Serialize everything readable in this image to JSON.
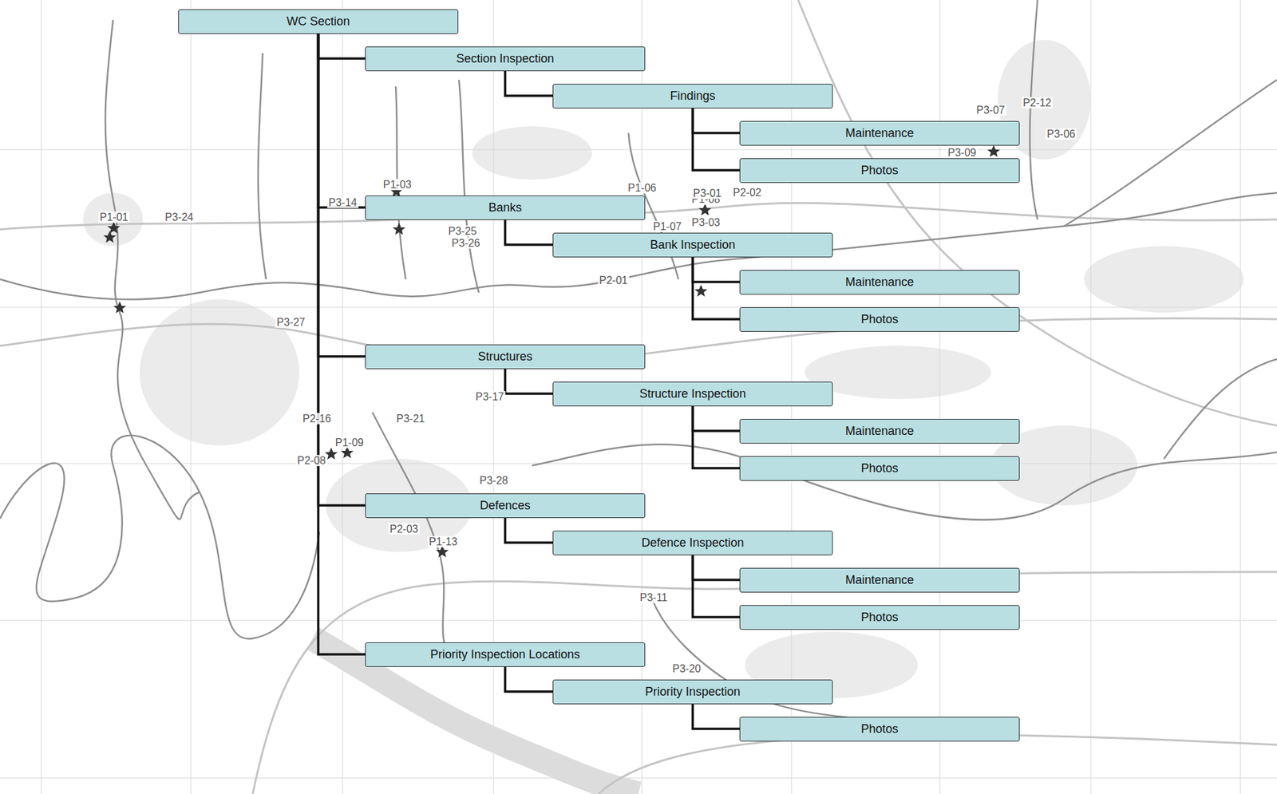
{
  "diagram": {
    "nodes": [
      {
        "text": [
          "WC Section"
        ]
      },
      {
        "text": [
          "Section Inspection"
        ]
      },
      {
        "text": [
          "Findings"
        ]
      },
      {
        "text": [
          "Maintenance"
        ]
      },
      {
        "text": [
          "Photos"
        ]
      },
      {
        "text": [
          "Banks"
        ]
      },
      {
        "text": [
          "Bank Inspection"
        ]
      },
      {
        "text": [
          "Maintenance"
        ]
      },
      {
        "text": [
          "Photos"
        ]
      },
      {
        "text": [
          "Structures"
        ]
      },
      {
        "text": [
          "Structure Inspection"
        ]
      },
      {
        "text": [
          "Maintenance"
        ]
      },
      {
        "text": [
          "Photos"
        ]
      },
      {
        "text": [
          "Defences"
        ]
      },
      {
        "text": [
          "Defence Inspection"
        ]
      },
      {
        "text": [
          "Maintenance"
        ]
      },
      {
        "text": [
          "Photos"
        ]
      },
      {
        "text": [
          "Priority Inspection Locations"
        ]
      },
      {
        "text": [
          "Priority Inspection"
        ]
      },
      {
        "text": [
          "Photos"
        ]
      }
    ],
    "edges": [
      {
        "from": 0,
        "to": 1,
        "arrow": "none"
      },
      {
        "from": 1,
        "to": 2,
        "arrow": "none"
      },
      {
        "from": 2,
        "to": 3,
        "arrow": "none"
      },
      {
        "from": 2,
        "to": 4,
        "arrow": "none"
      },
      {
        "from": 0,
        "to": 5,
        "arrow": "none"
      },
      {
        "from": 5,
        "to": 6,
        "arrow": "none"
      },
      {
        "from": 6,
        "to": 7,
        "arrow": "none"
      },
      {
        "from": 6,
        "to": 8,
        "arrow": "none"
      },
      {
        "from": 0,
        "to": 9,
        "arrow": "none"
      },
      {
        "from": 9,
        "to": 10,
        "arrow": "none"
      },
      {
        "from": 10,
        "to": 11,
        "arrow": "none"
      },
      {
        "from": 10,
        "to": 12,
        "arrow": "none"
      },
      {
        "from": 0,
        "to": 13,
        "arrow": "none"
      },
      {
        "from": 13,
        "to": 14,
        "arrow": "none"
      },
      {
        "from": 14,
        "to": 15,
        "arrow": "none"
      },
      {
        "from": 14,
        "to": 16,
        "arrow": "none"
      },
      {
        "from": 0,
        "to": 17,
        "arrow": "none"
      },
      {
        "from": 17,
        "to": 18,
        "arrow": "none"
      },
      {
        "from": 18,
        "to": 19,
        "arrow": "none"
      }
    ],
    "labels": [
      "P1-01",
      "P3-24",
      "P1-03",
      "P3-14",
      "P3-25",
      "P3-26",
      "P1-06",
      "P1-08",
      "P2-02",
      "P3-01",
      "P3-03",
      "P1-07",
      "P2-01",
      "P3-27",
      "P3-17",
      "P3-21",
      "P2-16",
      "P1-09",
      "P2-08",
      "P3-28",
      "P2-03",
      "P1-13",
      "P3-11",
      "P3-20",
      "P3-07",
      "P2-12",
      "P3-06",
      "P3-09"
    ]
  }
}
